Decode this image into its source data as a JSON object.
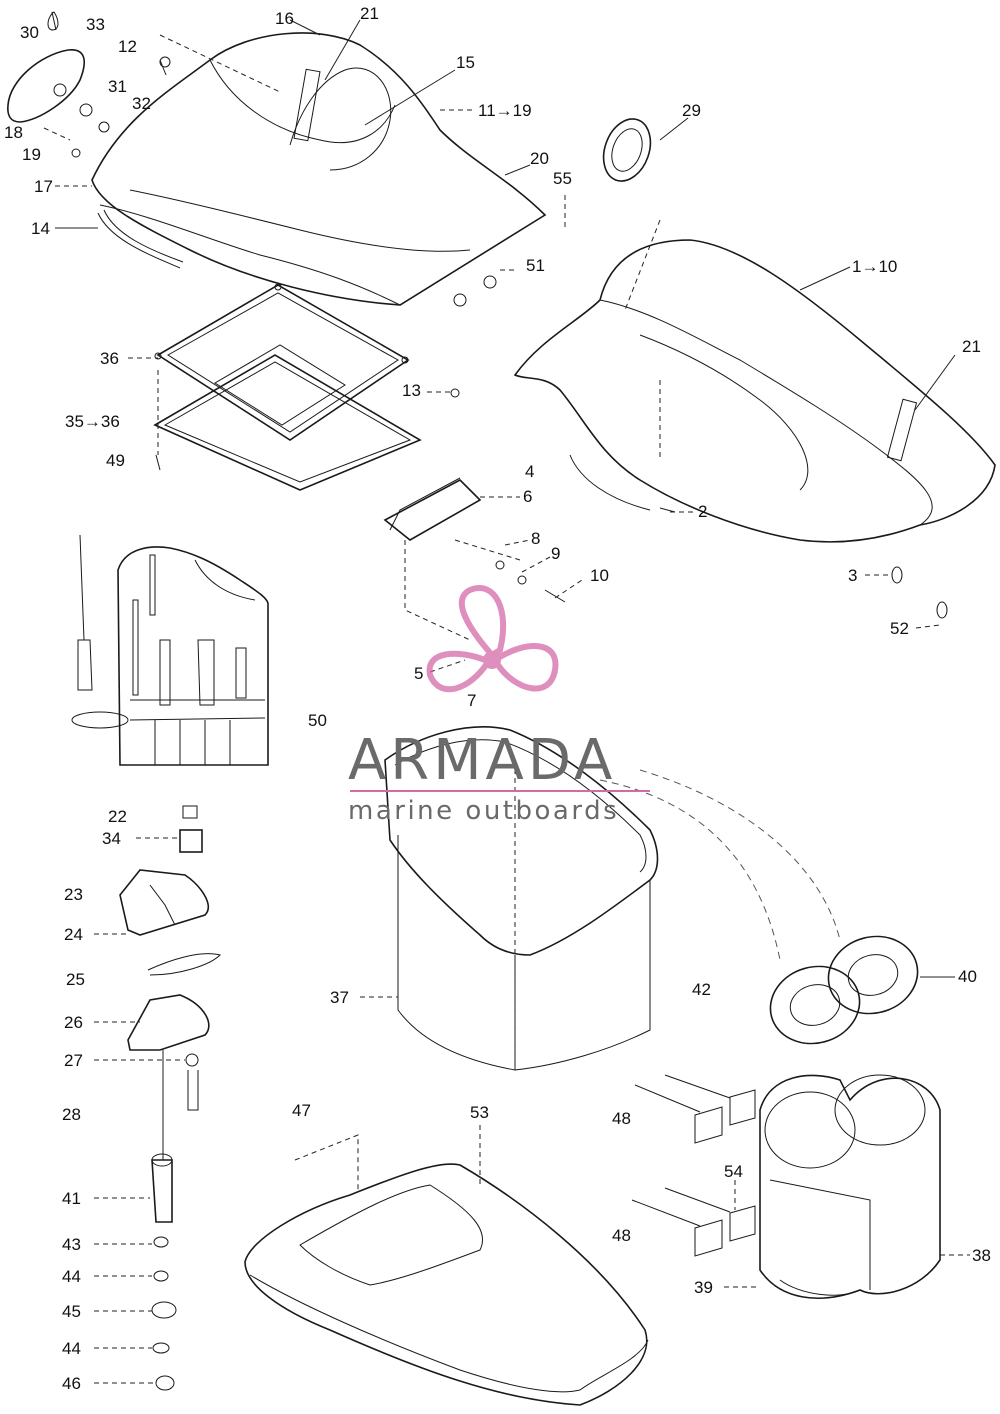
{
  "diagram": {
    "labels": [
      {
        "id": "l30",
        "text": "30"
      },
      {
        "id": "l33",
        "text": "33"
      },
      {
        "id": "l16",
        "text": "16"
      },
      {
        "id": "l21a",
        "text": "21"
      },
      {
        "id": "l12",
        "text": "12"
      },
      {
        "id": "l15",
        "text": "15"
      },
      {
        "id": "l31",
        "text": "31"
      },
      {
        "id": "l11_19",
        "text": "11→19"
      },
      {
        "id": "l32",
        "text": "32"
      },
      {
        "id": "l18",
        "text": "18"
      },
      {
        "id": "l19",
        "text": "19"
      },
      {
        "id": "l29",
        "text": "29"
      },
      {
        "id": "l20",
        "text": "20"
      },
      {
        "id": "l17",
        "text": "17"
      },
      {
        "id": "l55",
        "text": "55"
      },
      {
        "id": "l14",
        "text": "14"
      },
      {
        "id": "l51",
        "text": "51"
      },
      {
        "id": "l1_10",
        "text": "1→10"
      },
      {
        "id": "l36",
        "text": "36"
      },
      {
        "id": "l21b",
        "text": "21"
      },
      {
        "id": "l13",
        "text": "13"
      },
      {
        "id": "l35_36",
        "text": "35→36"
      },
      {
        "id": "l49",
        "text": "49"
      },
      {
        "id": "l4",
        "text": "4"
      },
      {
        "id": "l6",
        "text": "6"
      },
      {
        "id": "l2",
        "text": "2"
      },
      {
        "id": "l8",
        "text": "8"
      },
      {
        "id": "l9",
        "text": "9"
      },
      {
        "id": "l10",
        "text": "10"
      },
      {
        "id": "l3",
        "text": "3"
      },
      {
        "id": "l52",
        "text": "52"
      },
      {
        "id": "l5",
        "text": "5"
      },
      {
        "id": "l7",
        "text": "7"
      },
      {
        "id": "l50",
        "text": "50"
      },
      {
        "id": "l22",
        "text": "22"
      },
      {
        "id": "l34",
        "text": "34"
      },
      {
        "id": "l23",
        "text": "23"
      },
      {
        "id": "l24",
        "text": "24"
      },
      {
        "id": "l25",
        "text": "25"
      },
      {
        "id": "l26",
        "text": "26"
      },
      {
        "id": "l27",
        "text": "27"
      },
      {
        "id": "l28",
        "text": "28"
      },
      {
        "id": "l37",
        "text": "37"
      },
      {
        "id": "l42",
        "text": "42"
      },
      {
        "id": "l40",
        "text": "40"
      },
      {
        "id": "l47",
        "text": "47"
      },
      {
        "id": "l53",
        "text": "53"
      },
      {
        "id": "l48a",
        "text": "48"
      },
      {
        "id": "l54",
        "text": "54"
      },
      {
        "id": "l41",
        "text": "41"
      },
      {
        "id": "l48b",
        "text": "48"
      },
      {
        "id": "l38",
        "text": "38"
      },
      {
        "id": "l39",
        "text": "39"
      },
      {
        "id": "l43",
        "text": "43"
      },
      {
        "id": "l44a",
        "text": "44"
      },
      {
        "id": "l45",
        "text": "45"
      },
      {
        "id": "l44b",
        "text": "44"
      },
      {
        "id": "l46",
        "text": "46"
      }
    ]
  },
  "watermark": {
    "title": "ARMADA",
    "subtitle": "marine outboards",
    "logo_icon": "propeller-logo-icon",
    "accent_color": "#d36aa8",
    "text_color": "#6a6a6a"
  }
}
